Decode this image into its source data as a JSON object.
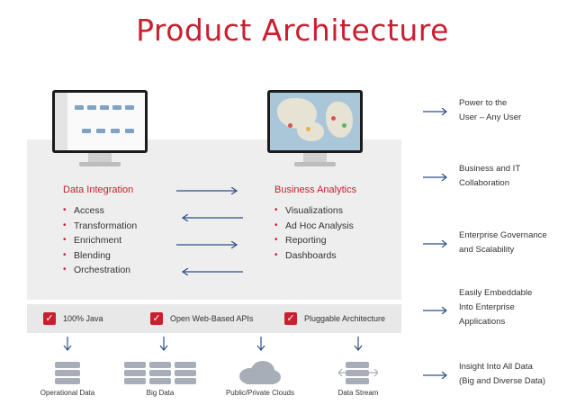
{
  "title": "Product Architecture",
  "data_integration": {
    "title": "Data Integration",
    "items": [
      "Access",
      "Transformation",
      "Enrichment",
      "Blending",
      "Orchestration"
    ]
  },
  "business_analytics": {
    "title": "Business Analytics",
    "items": [
      "Visualizations",
      "Ad Hoc Analysis",
      "Reporting",
      "Dashboards"
    ]
  },
  "benefits": [
    {
      "line1": "Power to the",
      "line2": "User – Any User"
    },
    {
      "line1": "Business and IT",
      "line2": "Collaboration"
    },
    {
      "line1": "Enterprise Governance",
      "line2": "and Scalability"
    },
    {
      "line1": "Easily Embeddable",
      "line2": "Into Enterprise",
      "line3": "Applications"
    },
    {
      "line1": "Insight Into All Data",
      "line2": "(Big and Diverse Data)"
    }
  ],
  "checks": [
    "100% Java",
    "Open Web-Based APIs",
    "Pluggable Architecture"
  ],
  "sources": [
    "Operational Data",
    "Big Data",
    "Public/Private Clouds",
    "Data Stream"
  ],
  "colors": {
    "accent": "#c8202f",
    "arrow": "#2f4f86",
    "icon": "#a7aeb8"
  }
}
